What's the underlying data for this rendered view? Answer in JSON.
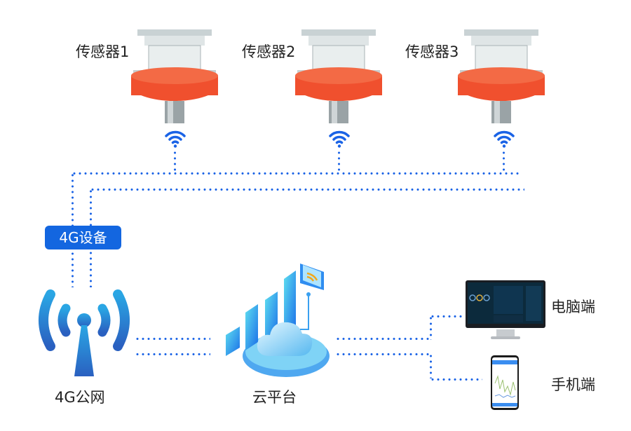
{
  "sensors": [
    {
      "label": "传感器1"
    },
    {
      "label": "传感器2"
    },
    {
      "label": "传感器3"
    }
  ],
  "device_badge": "4G设备",
  "tower_label": "4G公网",
  "cloud_label": "云平台",
  "pc_label": "电脑端",
  "mobile_label": "手机端",
  "colors": {
    "link": "#1a63e6",
    "badge": "#1366e0",
    "buoy": "#f0502e",
    "tower": "#2a8ad8"
  }
}
